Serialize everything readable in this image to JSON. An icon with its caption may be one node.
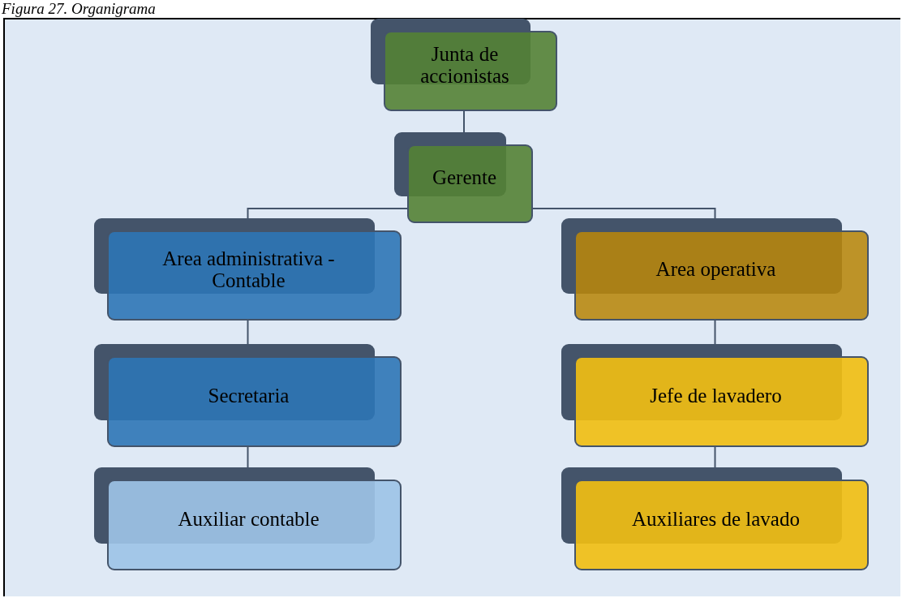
{
  "diagram": {
    "title": "Figura 27. Organigrama",
    "nodes": [
      {
        "text": [
          "Junta de accionistas"
        ]
      },
      {
        "text": [
          "Gerente"
        ]
      },
      {
        "text": [
          "Area administrativa - Contable"
        ]
      },
      {
        "text": [
          "Secretaria"
        ]
      },
      {
        "text": [
          "Auxiliar contable"
        ]
      },
      {
        "text": [
          "Area operativa"
        ]
      },
      {
        "text": [
          "Jefe de lavadero"
        ]
      },
      {
        "text": [
          "Auxiliares de lavado"
        ]
      }
    ],
    "edges": [
      {
        "from": 0,
        "to": 1,
        "arrow": "none"
      },
      {
        "from": 1,
        "to": 2,
        "arrow": "none"
      },
      {
        "from": 1,
        "to": 5,
        "arrow": "none"
      },
      {
        "from": 2,
        "to": 3,
        "arrow": "none"
      },
      {
        "from": 3,
        "to": 4,
        "arrow": "none"
      },
      {
        "from": 5,
        "to": 6,
        "arrow": "none"
      },
      {
        "from": 6,
        "to": 7,
        "arrow": "none"
      }
    ]
  }
}
